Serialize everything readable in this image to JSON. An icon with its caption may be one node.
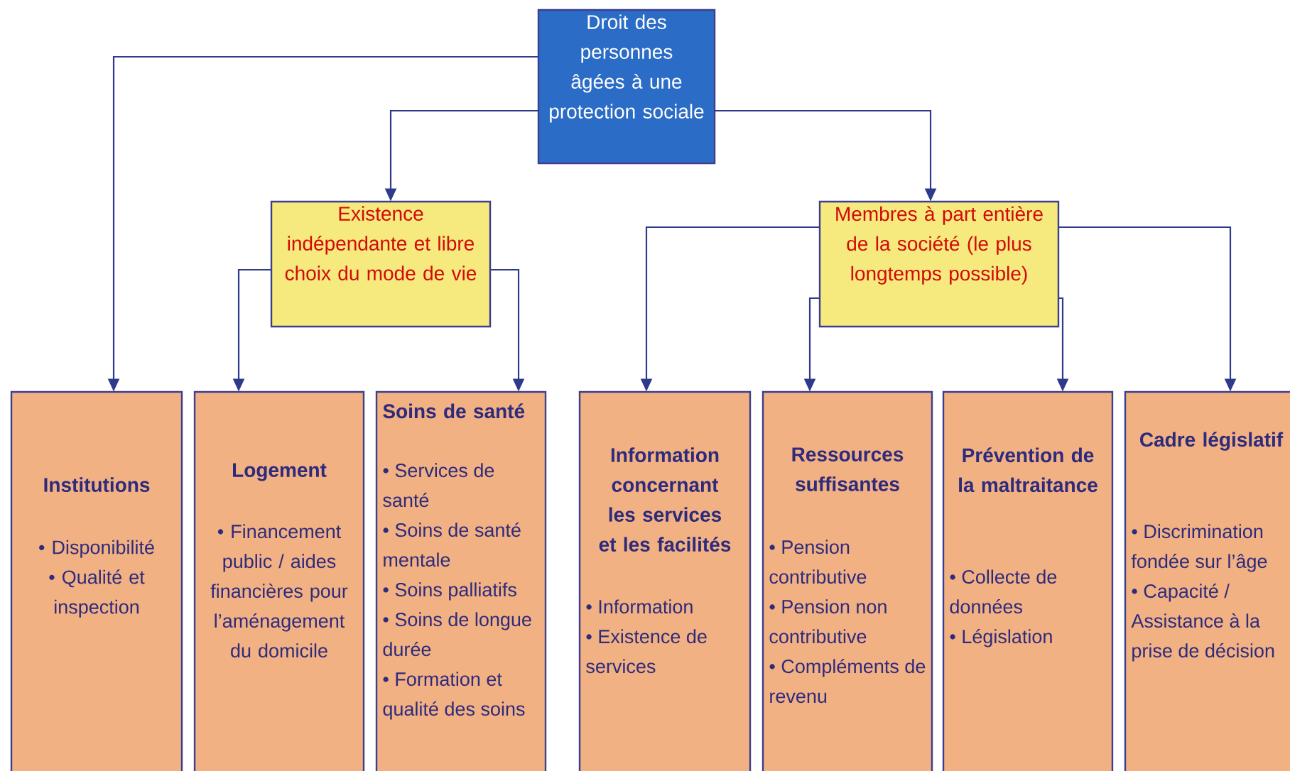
{
  "diagram": {
    "nodes": [
      {
        "text": [
          "Droit des personnes âgées à une protection sociale"
        ]
      },
      {
        "text": [
          "Existence indépendante et libre choix du mode de vie"
        ]
      },
      {
        "text": [
          "Membres à part entière de la société (le plus longtemps possible)"
        ]
      },
      {
        "text": [
          "Institutions",
          "• Disponibilité",
          "• Qualité et inspection"
        ]
      },
      {
        "text": [
          "Logement",
          "• Financement public / aides financières pour l’aménagement du domicile"
        ]
      },
      {
        "text": [
          "Soins de santé",
          "• Services de santé",
          "• Soins de santé mentale",
          "• Soins palliatifs",
          "• Soins de longue durée",
          "• Formation et qualité des soins"
        ]
      },
      {
        "text": [
          "Information concernant les services et les facilités",
          "• Information",
          "• Existence de services"
        ]
      },
      {
        "text": [
          "Ressources suffisantes",
          "• Pension contributive",
          "• Pension non contributive",
          "• Compléments de revenu"
        ]
      },
      {
        "text": [
          "Prévention de la maltraitance",
          "• Collecte de données",
          "• Législation"
        ]
      },
      {
        "text": [
          "Cadre législatif",
          "• Discrimination fondée sur l’âge",
          "• Capacité / Assistance à la prise de décision"
        ]
      }
    ],
    "edges": [
      {
        "from": 0,
        "to": 3,
        "arrow": "to"
      },
      {
        "from": 0,
        "to": 1,
        "arrow": "to"
      },
      {
        "from": 0,
        "to": 2,
        "arrow": "to"
      },
      {
        "from": 1,
        "to": 4,
        "arrow": "to"
      },
      {
        "from": 1,
        "to": 5,
        "arrow": "to"
      },
      {
        "from": 2,
        "to": 6,
        "arrow": "to"
      },
      {
        "from": 2,
        "to": 7,
        "arrow": "to"
      },
      {
        "from": 2,
        "to": 8,
        "arrow": "to"
      },
      {
        "from": 2,
        "to": 9,
        "arrow": "to"
      }
    ]
  }
}
